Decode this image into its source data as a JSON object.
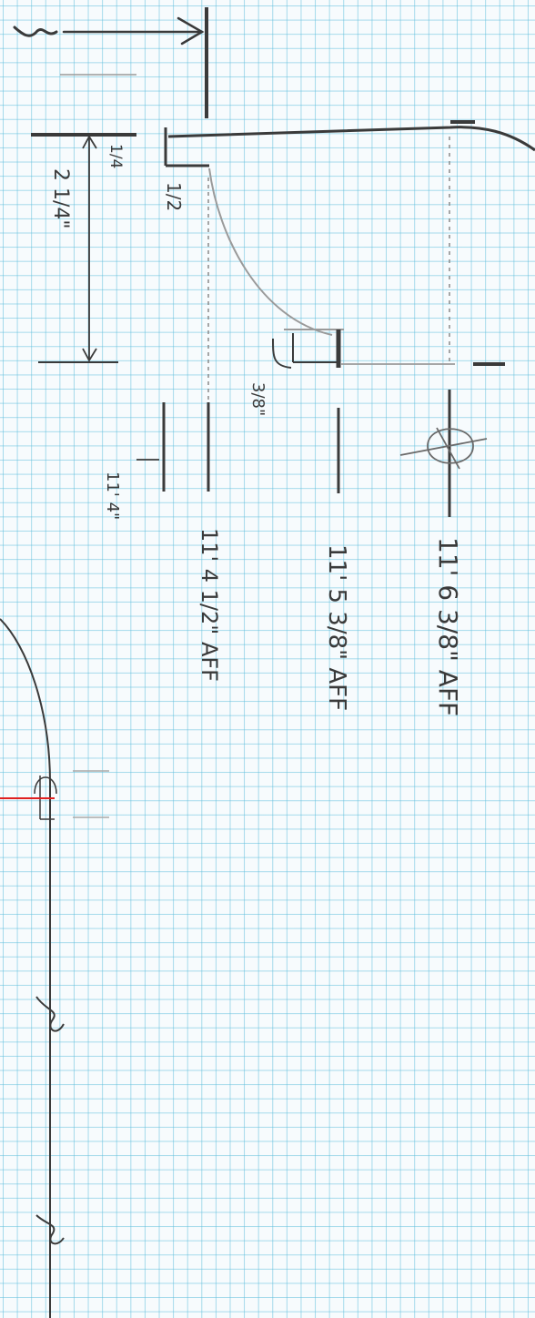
{
  "sheet": {
    "paper": "graph-paper",
    "medium": "pencil"
  },
  "labels": {
    "quarter_in": "1/4",
    "half_in": "1/2",
    "two_quarter_in": "2 1/4\"",
    "three_eighths_in": "3/8\"",
    "elev_11_4": "11' 4\"",
    "elev_11_4_half": "11' 4 1/2\" AFF",
    "elev_11_5_3_8": "11' 5 3/8\" AFF",
    "elev_11_6_3_8": "11' 6 3/8\" AFF"
  },
  "colors": {
    "pencil": "#3a3a3a",
    "light_pencil": "#9a9a9a",
    "grid": "#7fcde3",
    "red_mark": "#e02020"
  }
}
